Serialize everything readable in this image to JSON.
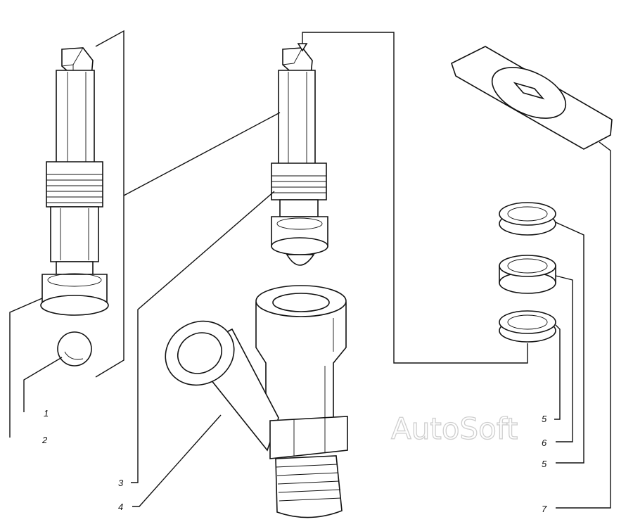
{
  "watermark": "AutoSoft",
  "callouts": [
    {
      "id": "1",
      "text": "1"
    },
    {
      "id": "2",
      "text": "2"
    },
    {
      "id": "3",
      "text": "3"
    },
    {
      "id": "4",
      "text": "4"
    },
    {
      "id": "5a",
      "text": "5"
    },
    {
      "id": "6",
      "text": "6"
    },
    {
      "id": "5b",
      "text": "5"
    },
    {
      "id": "7",
      "text": "7"
    }
  ],
  "colors": {
    "line": "#111111",
    "background": "#ffffff",
    "watermark_outline": "#cfcfcf"
  }
}
